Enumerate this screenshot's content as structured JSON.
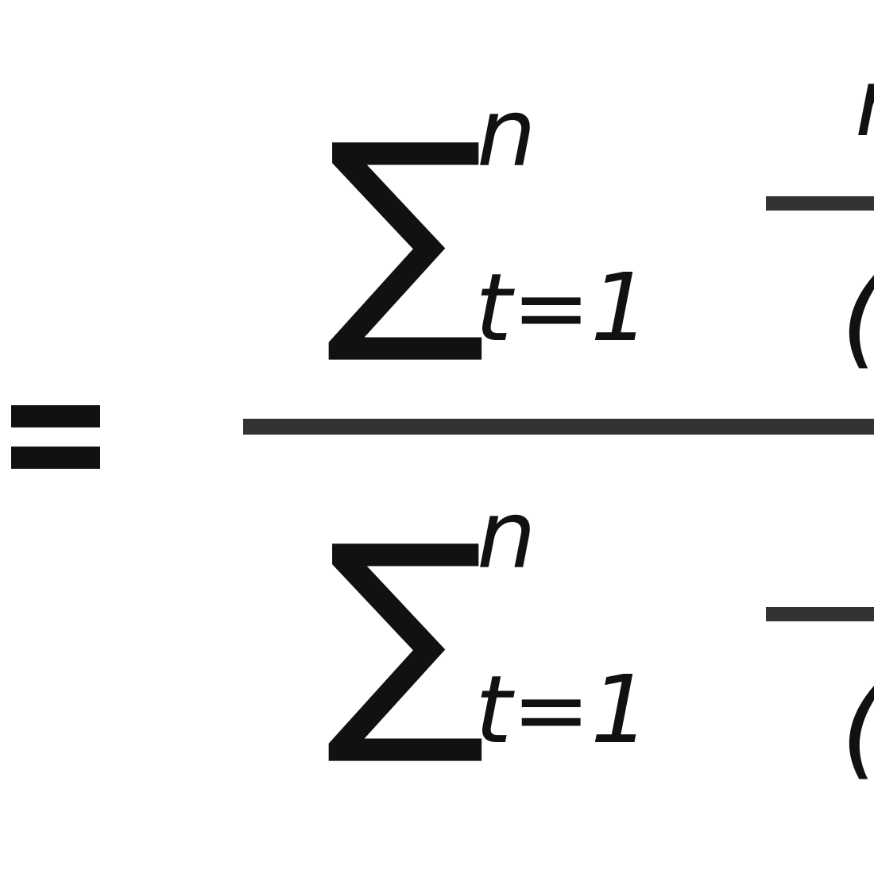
{
  "formula": {
    "equals_sign": "=",
    "numerator": {
      "operator": "∑",
      "upper_limit": "n",
      "lower_limit": "t=1",
      "partial_term_top": "r",
      "partial_term_bottom": "("
    },
    "denominator": {
      "operator": "∑",
      "upper_limit": "n",
      "lower_limit": "t=1",
      "partial_term_bottom": "("
    }
  },
  "colors": {
    "ink": "#111111",
    "rule": "#333333",
    "background": "#ffffff"
  }
}
